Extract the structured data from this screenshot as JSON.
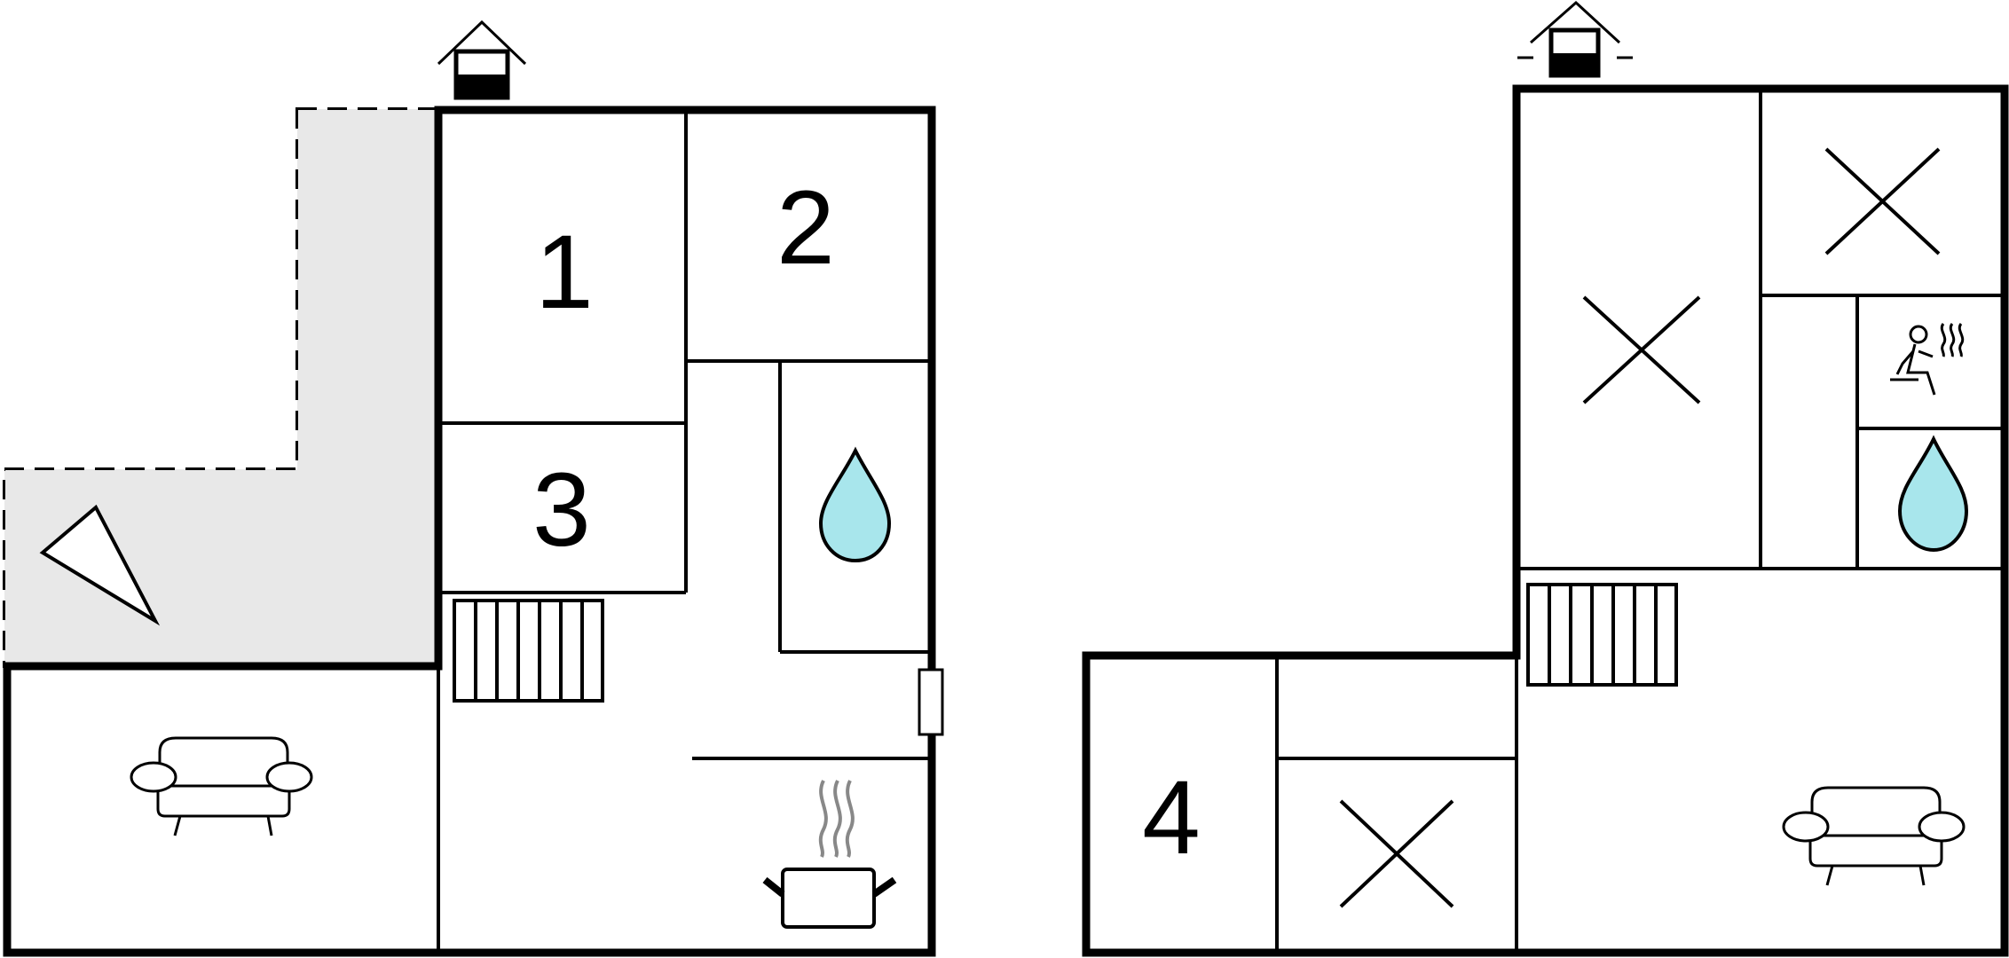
{
  "floors": [
    {
      "id": "ground-floor",
      "rooms": [
        {
          "label": "1",
          "type": "bedroom"
        },
        {
          "label": "2",
          "type": "bedroom"
        },
        {
          "label": "3",
          "type": "bedroom"
        }
      ],
      "icons": [
        "chimney-icon",
        "terrace-icon",
        "compass-icon",
        "sofa-icon",
        "stairs-icon",
        "bathroom-drop-icon",
        "kitchen-pot-icon",
        "door-icon"
      ]
    },
    {
      "id": "upper-floor",
      "rooms": [
        {
          "label": "4",
          "type": "bedroom"
        }
      ],
      "icons": [
        "chimney-icon",
        "cross-icon",
        "sauna-icon",
        "bathroom-drop-icon",
        "stairs-icon",
        "sofa-icon"
      ]
    }
  ],
  "colors": {
    "wall": "#000000",
    "terrace": "#e8e8e8",
    "water": "#a8e6ec",
    "steam": "#888888"
  }
}
